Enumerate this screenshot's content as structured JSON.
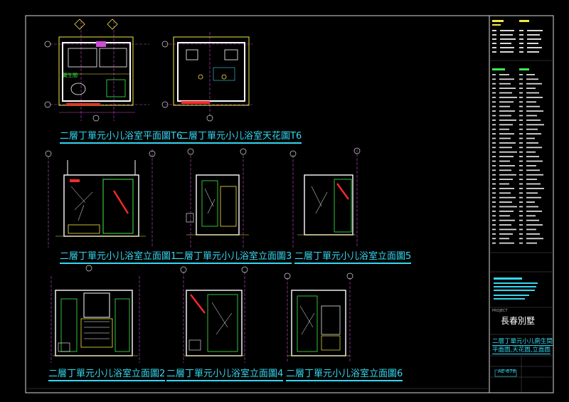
{
  "sheet": {
    "colors": {
      "background": "#000000",
      "frame": "#d9d9d9",
      "caption": "#35d7f0",
      "wall": "#ffffff",
      "yellow": "#f4e842",
      "green": "#3ef04a",
      "red": "#ff2a2a",
      "magenta": "#d04bd8",
      "cyan": "#35d7f0"
    }
  },
  "drawings": {
    "plan_captions": [
      "二層丁單元小儿浴室平面圖T6",
      "二層丁單元小儿浴室天花圖T6"
    ],
    "plan_room_label": "衛生間",
    "elevation_captions": [
      "二層丁單元小儿浴室立面圖1",
      "二層丁單元小儿浴室立面圖3",
      "二層丁單元小儿浴室立面圖5",
      "二層丁單元小儿浴室立面圖2",
      "二層丁單元小儿浴室立面圖4",
      "二層丁單元小儿浴室立面圖6"
    ]
  },
  "title_block": {
    "project_label": "PROJECT",
    "project_name": "長春別墅",
    "drawing_title_line1": "二層丁單元小儿廁生間",
    "drawing_title_line2": "平面圖,天花圖,立面圖",
    "drawing_number": "AE-678"
  }
}
